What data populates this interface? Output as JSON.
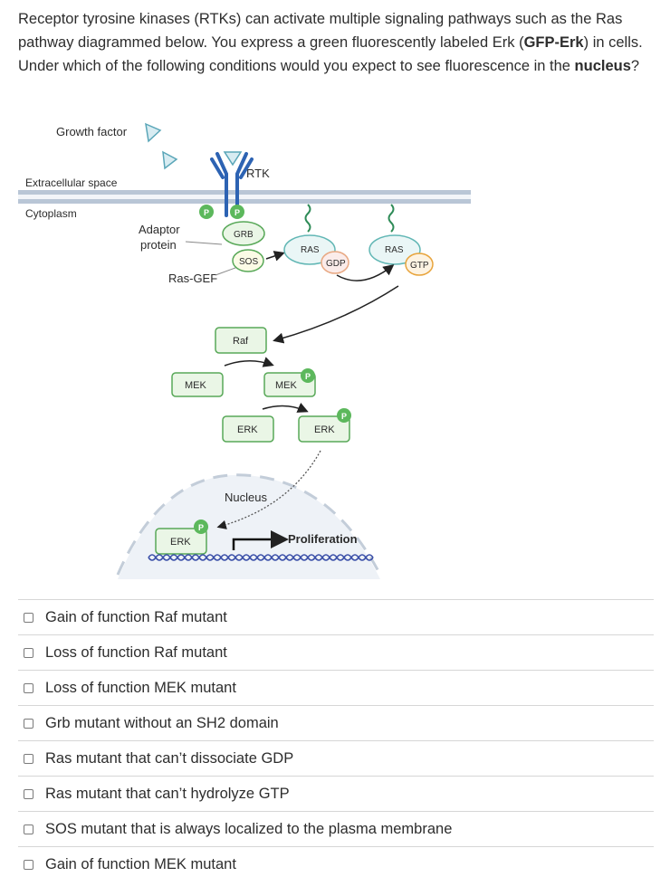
{
  "question": {
    "part1": "Receptor tyrosine kinases (RTKs) can activate multiple signaling pathways such as the Ras pathway diagrammed below. You express a green fluorescently labeled Erk (",
    "bold1": "GFP-Erk",
    "part2": ") in cells. Under which of the following conditions would you expect to see fluorescence in the ",
    "bold2": "nucleus",
    "part3": "?"
  },
  "diagram": {
    "growth_factor": "Growth factor",
    "extracellular": "Extracellular space",
    "cytoplasm": "Cytoplasm",
    "rtk": "RTK",
    "adaptor_line1": "Adaptor",
    "adaptor_line2": "protein",
    "ras_gef": "Ras-GEF",
    "p": "P",
    "grb": "GRB",
    "sos": "SOS",
    "ras": "RAS",
    "gdp": "GDP",
    "gtp": "GTP",
    "raf": "Raf",
    "mek": "MEK",
    "erk": "ERK",
    "nucleus": "Nucleus",
    "proliferation": "Proliferation"
  },
  "options": [
    "Gain of function Raf mutant",
    "Loss of function Raf mutant",
    "Loss of function MEK mutant",
    "Grb mutant without an SH2 domain",
    "Ras mutant that can’t dissociate GDP",
    "Ras mutant that can’t hydrolyze GTP",
    "SOS mutant that is always localized to the plasma membrane",
    "Gain of function MEK mutant"
  ],
  "colors": {
    "membrane": "#b9c6d6",
    "phospho": "#5cb85c",
    "protein_border": "#58a858",
    "ras_border": "#62b7b5",
    "gdp_border": "#e8a882",
    "gtp_border": "#e8a43c",
    "receptor": "#2d63b3",
    "nucleus_fill": "#eef2f7"
  }
}
